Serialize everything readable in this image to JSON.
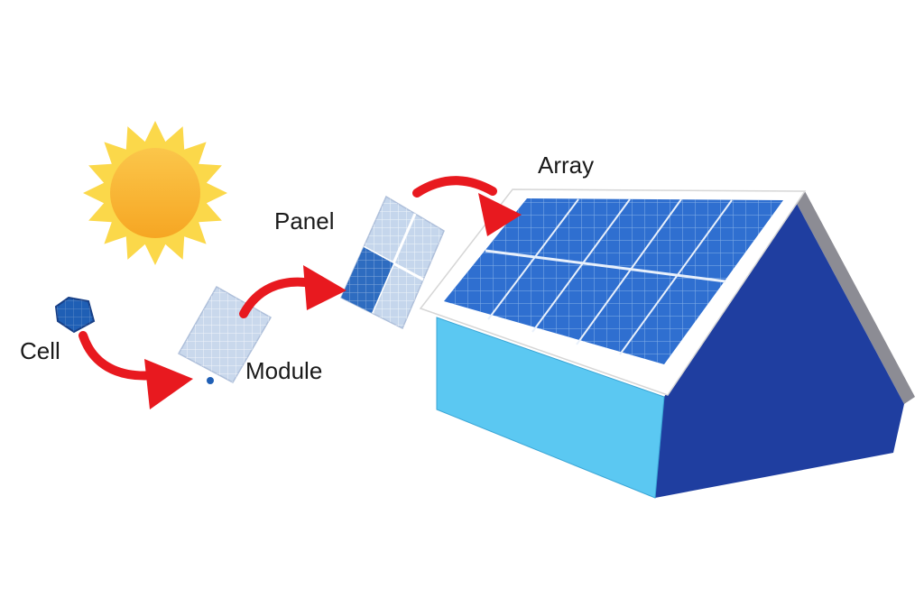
{
  "labels": {
    "cell": "Cell",
    "module": "Module",
    "panel": "Panel",
    "array": "Array"
  },
  "colors": {
    "sun_core": "#f9b233",
    "sun_rays": "#fbd84a",
    "arrow": "#e8191f",
    "cell": "#1f5fb5",
    "module": "#c9d8ec",
    "panel_light": "#c5d6ec",
    "panel_dark": "#2e6cc0",
    "array_cells": "#2f6fd0",
    "roof_frame": "#ffffff",
    "wall_front": "#5bc8f2",
    "wall_side": "#1f3ea0",
    "roof_edge": "#8c8c94"
  }
}
